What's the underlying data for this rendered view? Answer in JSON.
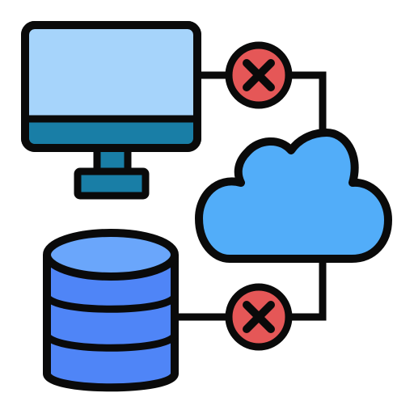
{
  "illustration": {
    "elements": [
      {
        "role": "computer",
        "icon": "monitor-icon"
      },
      {
        "role": "cloud",
        "icon": "cloud-icon"
      },
      {
        "role": "database",
        "icon": "database-icon"
      },
      {
        "role": "connection-error",
        "icon": "x-circle-icon",
        "count": 2
      }
    ]
  },
  "colors": {
    "outline": "#0a0a0a",
    "monitor_screen": "#a6d4fb",
    "monitor_bezel": "#197ea6",
    "monitor_stand": "#197ea6",
    "cloud": "#52adf9",
    "database_top": "#6aa6fb",
    "database_body": "#4f85f7",
    "error_badge": "#e55757",
    "background": "#ffffff"
  }
}
